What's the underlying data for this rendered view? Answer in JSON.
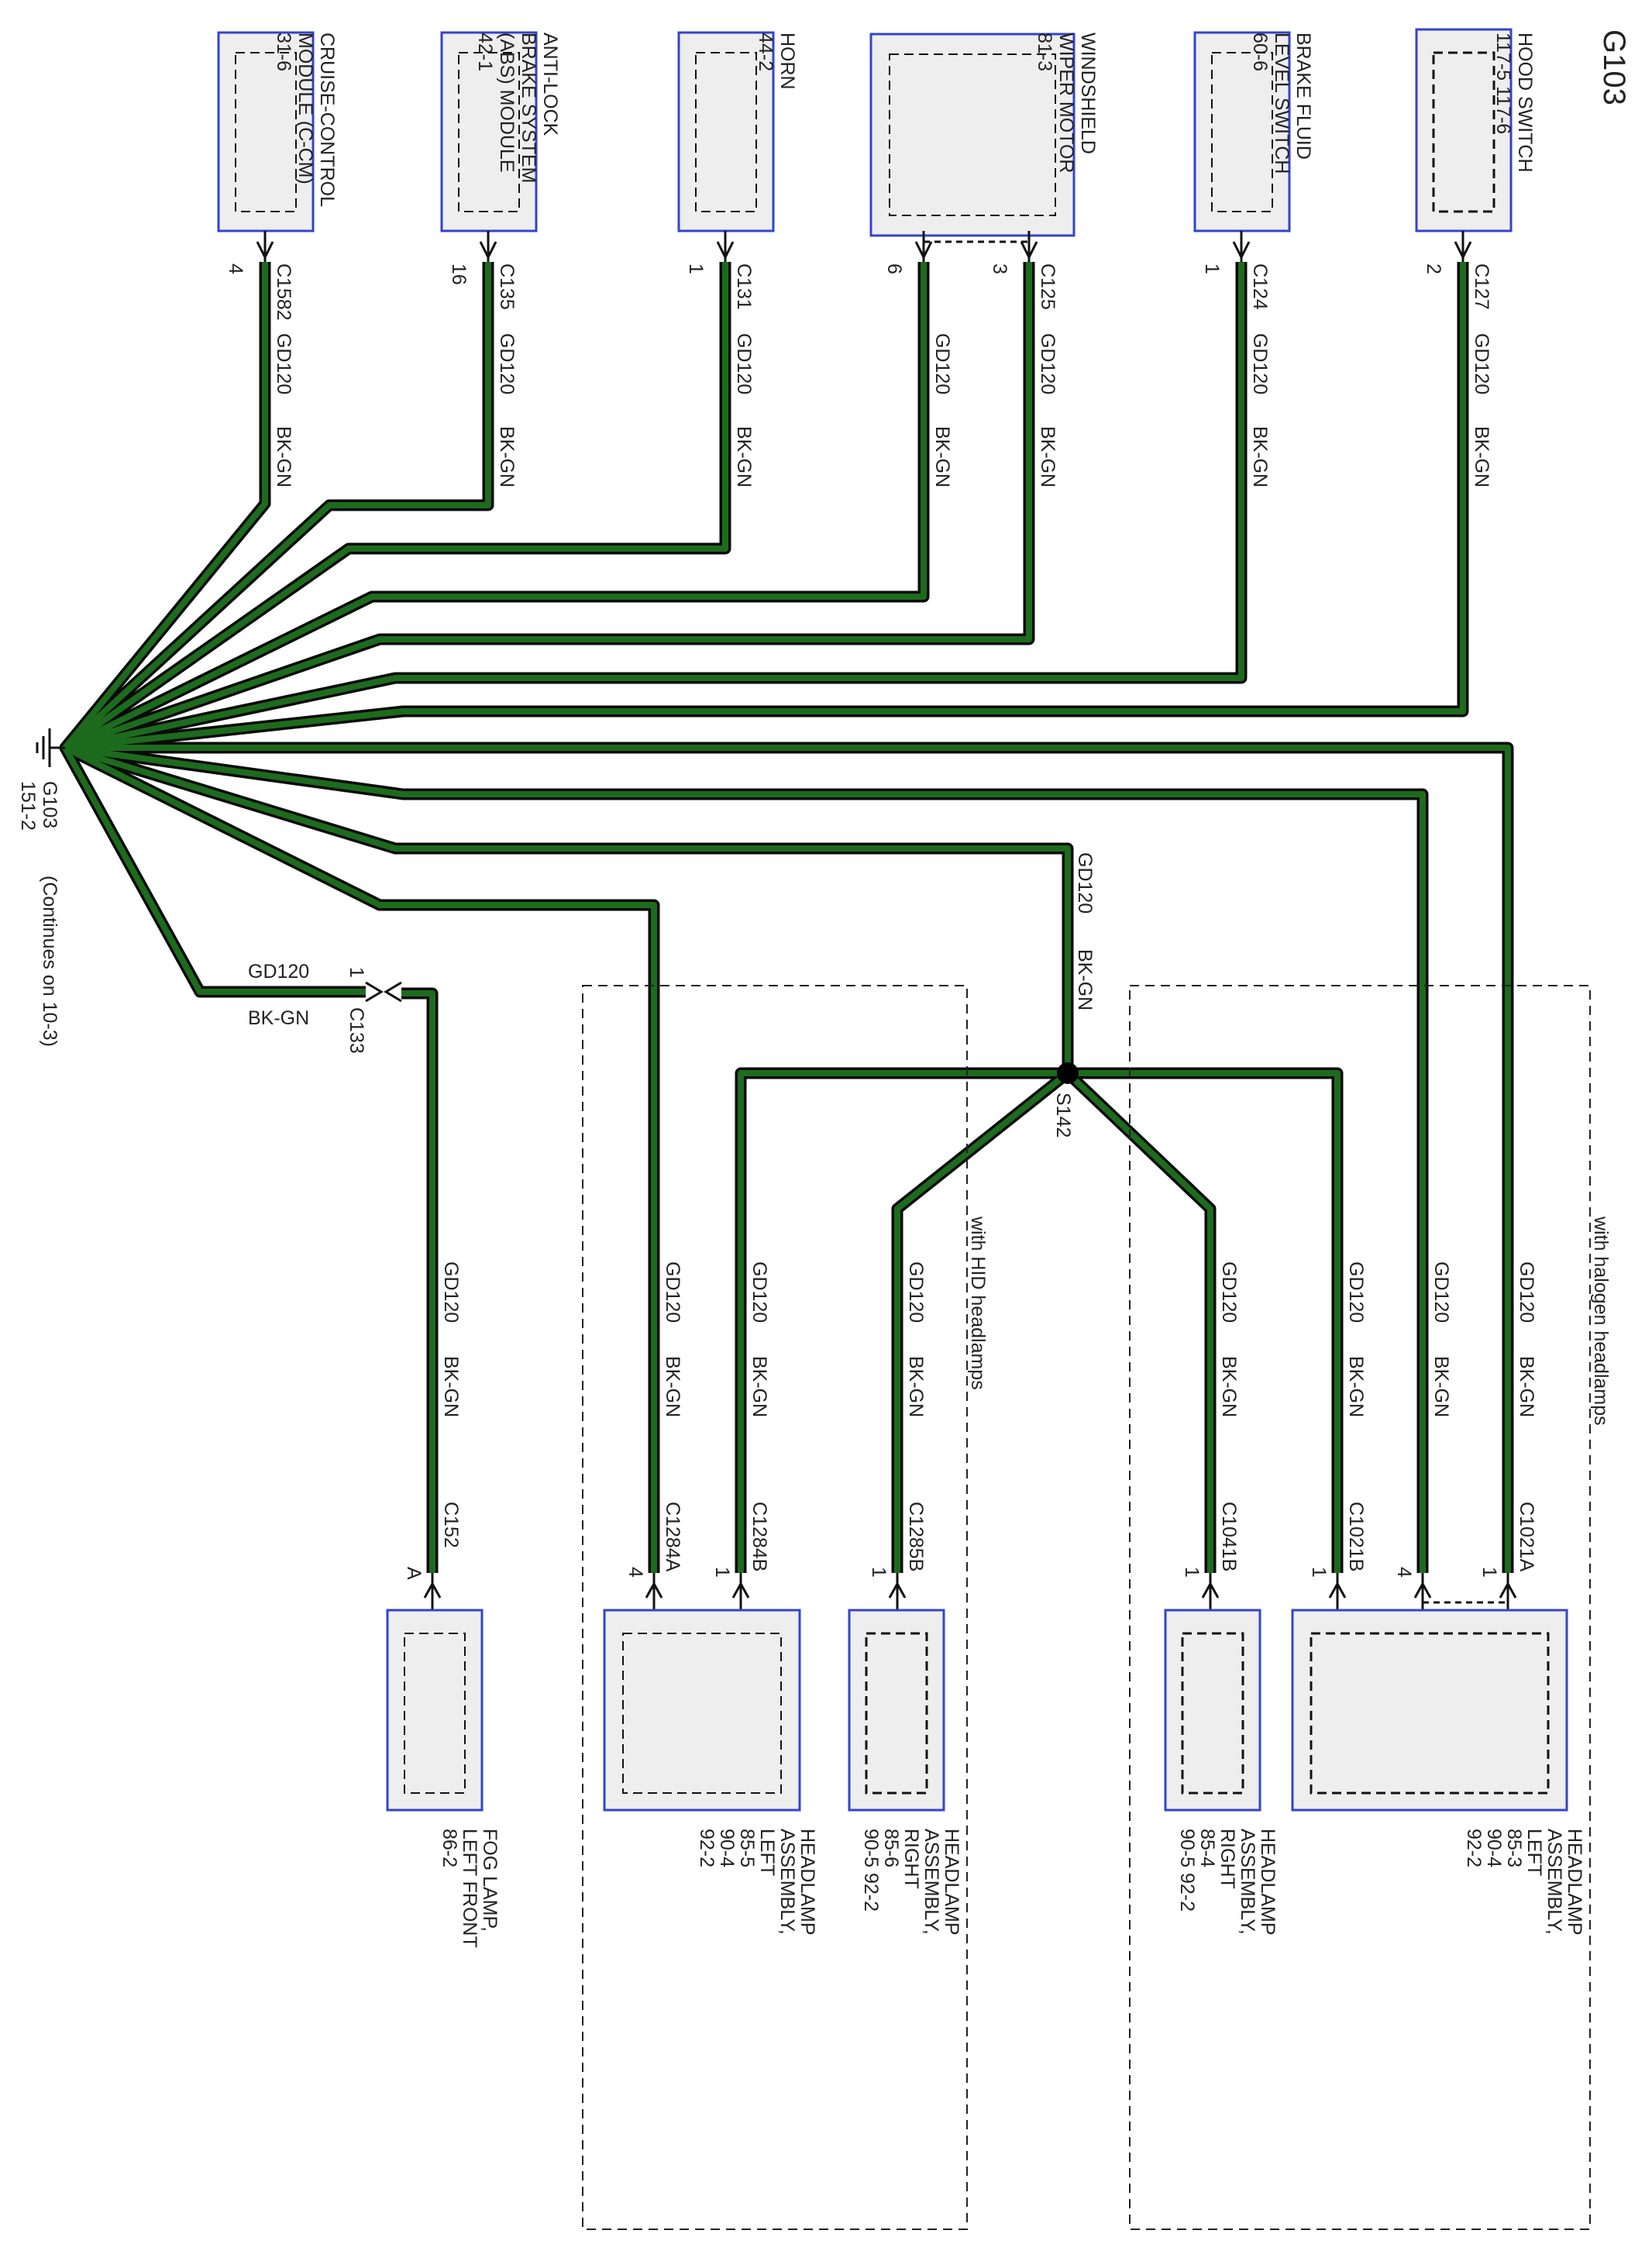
{
  "title": "G103",
  "colors": {
    "wire_fill": "#1d6b1d",
    "wire_edge": "#0a0a0a",
    "box_stroke": "#3344cc",
    "box_fill": "#eeeeee"
  },
  "wire": {
    "circuit": "GD120",
    "color": "BK-GN"
  },
  "ground": {
    "name": "G103",
    "page": "151-2",
    "note": "(Continues on 10-3)"
  },
  "splice": {
    "name": "S142"
  },
  "inline": {
    "name": "C133",
    "pin": "1"
  },
  "zones": {
    "halogen": "with halogen headlamps",
    "hid": "with HID headlamps"
  },
  "top_components": [
    {
      "id": "hood",
      "lines": [
        "HOOD SWITCH",
        "117-5   117-6"
      ],
      "connector": "C127",
      "pin": "2"
    },
    {
      "id": "brake-fluid",
      "lines": [
        "BRAKE FLUID",
        "LEVEL SWITCH",
        "60-6"
      ],
      "connector": "C124",
      "pin": "1"
    },
    {
      "id": "wiper",
      "lines": [
        "WINDSHIELD",
        "WIPER MOTOR",
        "81-3"
      ],
      "connector": "C125",
      "pins": [
        "3",
        "6"
      ]
    },
    {
      "id": "horn",
      "lines": [
        "HORN",
        "44-2"
      ],
      "connector": "C131",
      "pin": "1"
    },
    {
      "id": "abs",
      "lines": [
        "ANTI-LOCK",
        "BRAKE SYSTEM",
        "(ABS) MODULE",
        "42-1"
      ],
      "connector": "C135",
      "pin": "16"
    },
    {
      "id": "ccm",
      "lines": [
        "CRUISE-CONTROL",
        "MODULE (C-CM)",
        "31-6"
      ],
      "connector": "C1582",
      "pin": "4"
    }
  ],
  "bottom_components": [
    {
      "id": "hl-left-halogen",
      "lines": [
        "HEADLAMP",
        "ASSEMBLY,",
        "LEFT",
        "85-3",
        "90-4",
        "92-2"
      ],
      "connectors": [
        {
          "name": "C1021A",
          "pin": "1"
        },
        {
          "name": "C1021B",
          "pin": "1"
        }
      ],
      "pin4": "4"
    },
    {
      "id": "hl-right-halogen",
      "lines": [
        "HEADLAMP",
        "ASSEMBLY,",
        "RIGHT",
        "85-4",
        "90-5    92-2"
      ],
      "connectors": [
        {
          "name": "C1041B",
          "pin": "1"
        }
      ]
    },
    {
      "id": "hl-right-hid",
      "lines": [
        "HEADLAMP",
        "ASSEMBLY,",
        "RIGHT",
        "85-6",
        "90-5    92-2"
      ],
      "connectors": [
        {
          "name": "C1285B",
          "pin": "1"
        }
      ]
    },
    {
      "id": "hl-left-hid",
      "lines": [
        "HEADLAMP",
        "ASSEMBLY,",
        "LEFT",
        "85-5",
        "90-4",
        "92-2"
      ],
      "connectors": [
        {
          "name": "C1284B",
          "pin": "1"
        },
        {
          "name": "C1284A",
          "pin": "4"
        }
      ]
    },
    {
      "id": "fog-left",
      "lines": [
        "FOG LAMP,",
        "LEFT FRONT",
        "86-2"
      ],
      "connectors": [
        {
          "name": "C152",
          "pin": "A"
        }
      ]
    }
  ]
}
